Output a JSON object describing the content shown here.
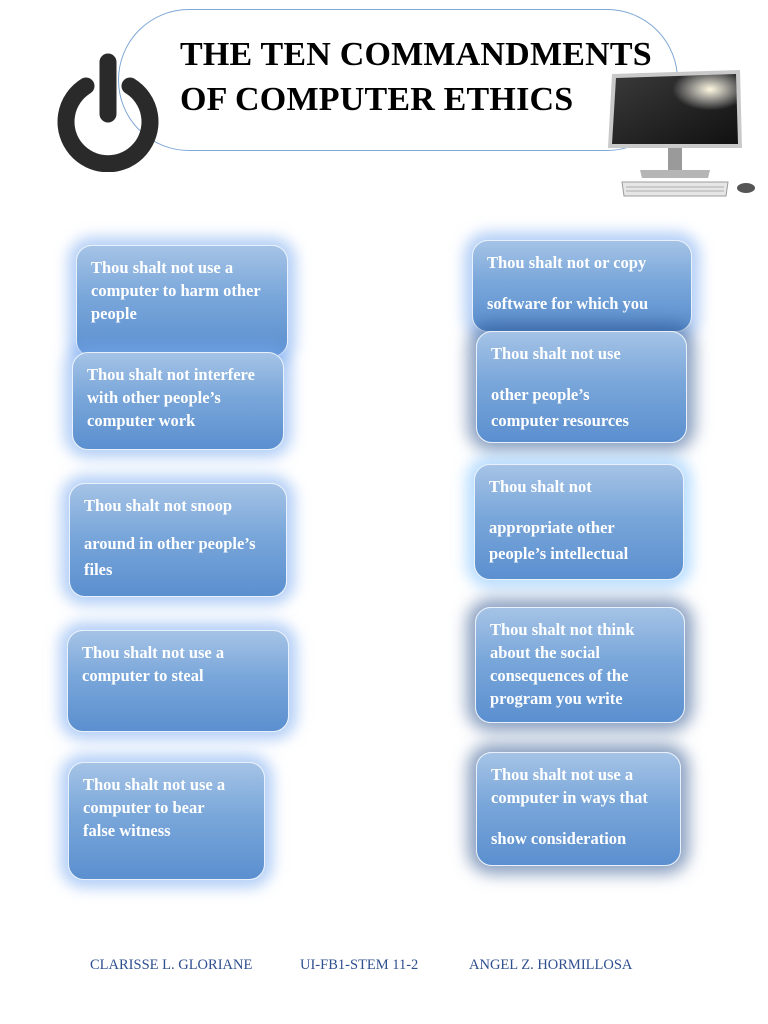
{
  "title": {
    "line1": "THE TEN COMMANDMENTS",
    "line2": "OF COMPUTER ETHICS"
  },
  "commandments_left": [
    {
      "lines": [
        "Thou shalt not use a",
        "computer to harm other",
        "people"
      ]
    },
    {
      "lines": [
        "Thou shalt not interfere",
        "with other people’s",
        "computer work"
      ]
    },
    {
      "lines": [
        "Thou shalt not snoop",
        "around in other  people’s",
        "files"
      ]
    },
    {
      "lines": [
        "Thou shalt not use a",
        "computer to steal"
      ]
    },
    {
      "lines": [
        "Thou shalt not use a",
        "computer to bear",
        "false witness"
      ]
    }
  ],
  "commandments_right": [
    {
      "lines": [
        "Thou shalt not or copy",
        "software for which you"
      ]
    },
    {
      "lines": [
        "Thou shalt not use",
        "other people’s",
        "computer resources"
      ]
    },
    {
      "lines": [
        "Thou shalt not",
        "appropriate other",
        "people’s intellectual"
      ]
    },
    {
      "lines": [
        "Thou shalt not think",
        "about the social",
        "consequences of the",
        "program you write"
      ]
    },
    {
      "lines": [
        "Thou shalt not use a",
        "computer in ways that",
        "show  consideration"
      ]
    }
  ],
  "footer": {
    "author1": "CLARISSE L. GLORIANE",
    "section": "UI-FB1-STEM 11-2",
    "author2": "ANGEL Z. HORMILLOSA"
  },
  "icons": {
    "power": "power-icon",
    "computer": "desktop-computer-icon"
  },
  "colors": {
    "card_top": "#a5c3e6",
    "card_bottom": "#5b8fcf",
    "title": "#000000",
    "footer": "#2f4f8f"
  }
}
